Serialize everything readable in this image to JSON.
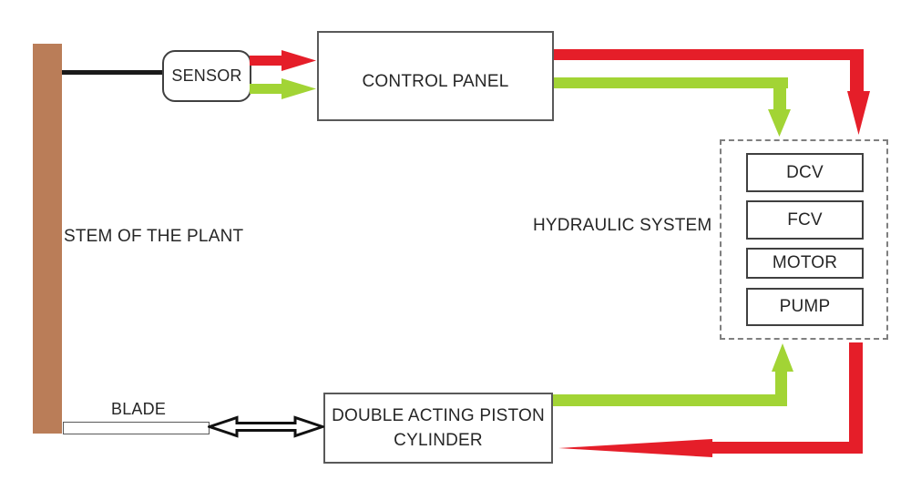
{
  "colors": {
    "signal_red": "#e51e29",
    "signal_green": "#a2d435",
    "stem_brown": "#ba7d58",
    "text": "#262626",
    "box_border": "#595959",
    "dashed_border": "#7f7f7f",
    "line_black": "#1a1a1a"
  },
  "nodes": {
    "sensor": "SENSOR",
    "control_panel": "CONTROL PANEL",
    "hydraulic_system": "HYDRAULIC SYSTEM",
    "stem": "STEM OF THE PLANT",
    "blade": "BLADE",
    "piston_line1": "DOUBLE ACTING PISTON",
    "piston_line2": "CYLINDER"
  },
  "hydraulic_components": [
    "DCV",
    "FCV",
    "MOTOR",
    "PUMP"
  ],
  "connections": [
    {
      "from": "STEM OF THE PLANT",
      "to": "SENSOR",
      "color": "black",
      "style": "plain-line"
    },
    {
      "from": "SENSOR",
      "to": "CONTROL PANEL",
      "color": "red",
      "style": "arrow"
    },
    {
      "from": "SENSOR",
      "to": "CONTROL PANEL",
      "color": "green",
      "style": "arrow"
    },
    {
      "from": "CONTROL PANEL",
      "to": "HYDRAULIC SYSTEM",
      "color": "red",
      "style": "elbow-arrow"
    },
    {
      "from": "CONTROL PANEL",
      "to": "HYDRAULIC SYSTEM",
      "color": "green",
      "style": "elbow-arrow"
    },
    {
      "from": "DOUBLE ACTING PISTON CYLINDER",
      "to": "HYDRAULIC SYSTEM",
      "color": "green",
      "style": "elbow-arrow"
    },
    {
      "from": "HYDRAULIC SYSTEM",
      "to": "DOUBLE ACTING PISTON CYLINDER",
      "color": "red",
      "style": "elbow-arrow"
    },
    {
      "from": "BLADE",
      "to": "DOUBLE ACTING PISTON CYLINDER",
      "color": "black",
      "style": "double-headed-outline-arrow"
    }
  ]
}
